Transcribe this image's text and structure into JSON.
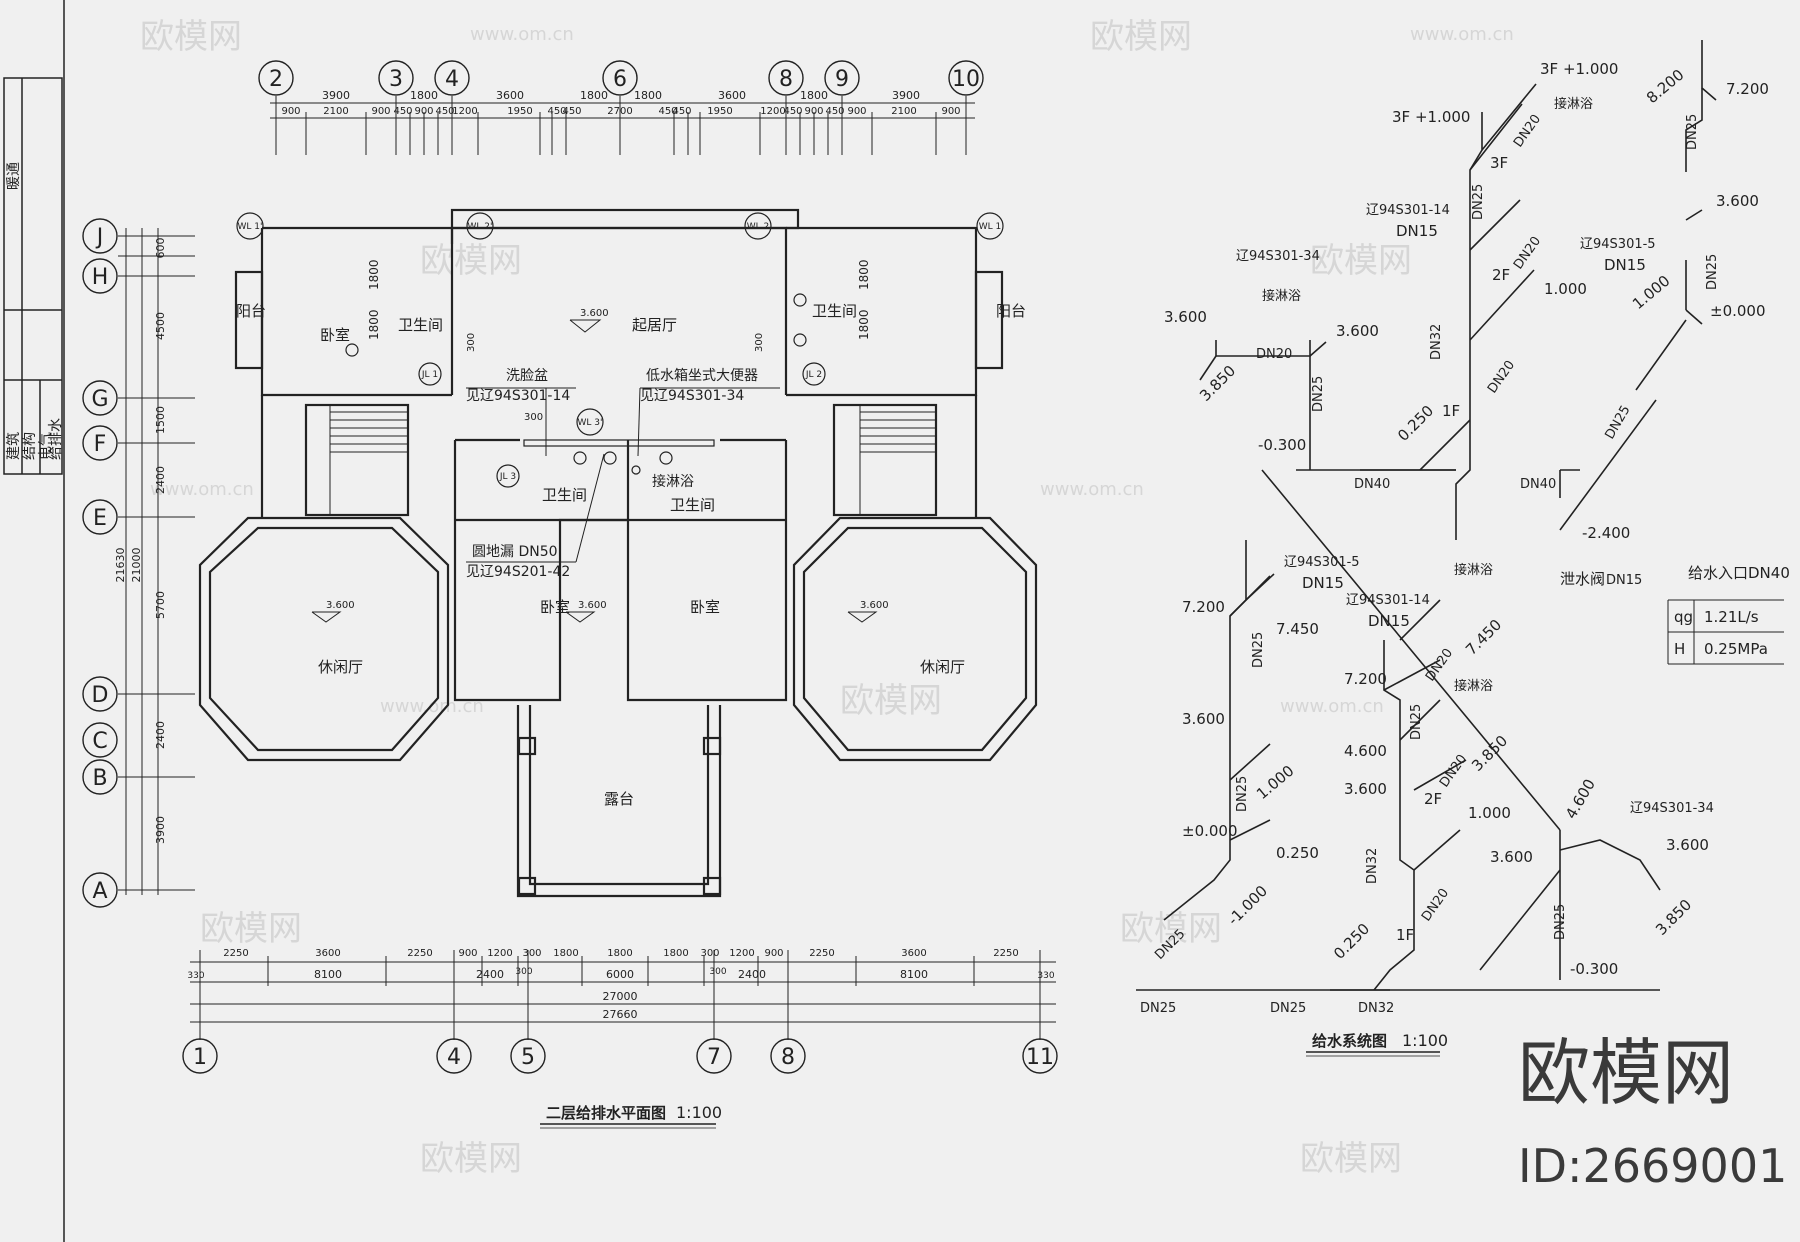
{
  "title_block": {
    "labels": [
      "暖通",
      "建筑",
      "结构",
      "电气",
      "给排水"
    ]
  },
  "plan": {
    "title": "二层给排水平面图",
    "scale": "1:100",
    "top_axes": [
      "2",
      "3",
      "4",
      "6",
      "8",
      "9",
      "10"
    ],
    "top_dims_outer": [
      "3900",
      "1800",
      "3600",
      "1800",
      "1800",
      "3600",
      "1800",
      "3900"
    ],
    "top_dims_inner": [
      "900",
      "2100",
      "900",
      "450",
      "900",
      "450",
      "1200",
      "1950",
      "450",
      "450",
      "2700",
      "450",
      "450",
      "1950",
      "1200",
      "450",
      "900",
      "450",
      "900",
      "2100",
      "900"
    ],
    "bottom_axes": [
      "1",
      "4",
      "5",
      "7",
      "8",
      "11"
    ],
    "bottom_dims_row1": [
      "2250",
      "3600",
      "2250",
      "900",
      "1200",
      "300",
      "1800",
      "1800",
      "1800",
      "300",
      "1200",
      "900",
      "2250",
      "3600",
      "2250"
    ],
    "bottom_dims_row2": [
      "330",
      "8100",
      "2400",
      "300",
      "6000",
      "300",
      "2400",
      "8100",
      "330"
    ],
    "bottom_total_1": "27000",
    "bottom_total_2": "27660",
    "left_axes": [
      "J",
      "H",
      "G",
      "F",
      "E",
      "D",
      "C",
      "B",
      "A"
    ],
    "left_dims": [
      "600",
      "4500",
      "1500",
      "2400",
      "5700",
      "2400",
      "3900"
    ],
    "left_totals": [
      "21630",
      "21000"
    ],
    "rooms": {
      "living": "起居厅",
      "bedroom": "卧室",
      "bath": "卫生间",
      "balcony": "阳台",
      "lounge": "休闲厅",
      "terrace": "露台"
    },
    "level": "3.600",
    "wl_tags": [
      "WL 1'",
      "WL 2'",
      "WL 2",
      "WL 1",
      "WL 3'"
    ],
    "jl_tags": [
      "JL 1",
      "JL 2",
      "JL 3"
    ],
    "notes": {
      "basin": "洗脸盆",
      "basin_ref": "见辽94S301-14",
      "toilet": "低水箱坐式大便器",
      "toilet_ref": "见辽94S301-34",
      "shower": "接淋浴",
      "drain": "圆地漏 DN50",
      "drain_ref": "见辽94S201-42",
      "dim_300": "300",
      "dim_1800": "1800"
    }
  },
  "system": {
    "title": "给水系统图",
    "scale": "1:100",
    "labels": {
      "3f1000a": "3F +1.000",
      "3f1000b": "3F +1.000",
      "l8200": "8.200",
      "l7200a": "7.200",
      "dn25a": "DN25",
      "dn20a": "DN20",
      "f3": "3F",
      "dn25b": "DN25",
      "shower1": "接淋浴",
      "ref14a": "辽94S301-14",
      "dn15a": "DN15",
      "l3600a": "3.600",
      "ref34a": "辽94S301-34",
      "ref5a": "辽94S301-5",
      "dn15b": "DN15",
      "dn20b": "DN20",
      "f2a": "2F",
      "dn25c": "DN25",
      "shower2": "接淋浴",
      "l3600b": "3.600",
      "l3600c": "3.600",
      "dn20c": "DN20",
      "l3850a": "3.850",
      "dn25d": "DN25",
      "l1000a": "1.000",
      "l1000b": "1.000",
      "l0000a": "±0.000",
      "dn32a": "DN32",
      "dn20d": "DN20",
      "l0250a": "0.250",
      "f1a": "1F",
      "ln0300a": "-0.300",
      "dn40a": "DN40",
      "dn25e": "DN25",
      "dn40b": "DN40",
      "ln2400": "-2.400",
      "valve": "泄水阀",
      "dn15c": "DN15",
      "inlet": "给水入口DN40",
      "qg": "qg",
      "qg_val": "1.21L/s",
      "h": "H",
      "h_val": "0.25MPa",
      "ref5b": "辽94S301-5",
      "dn15d": "DN15",
      "shower3": "接淋浴",
      "l7200b": "7.200",
      "l7450a": "7.450",
      "dn25f": "DN25",
      "ref14b": "辽94S301-14",
      "dn15e": "DN15",
      "l7200c": "7.200",
      "dn20e": "DN20",
      "l7450b": "7.450",
      "shower4": "接淋浴",
      "l3600d": "3.600",
      "dn25g": "DN25",
      "l4600a": "4.600",
      "dn20f": "DN20",
      "l3850b": "3.850",
      "l3600e": "3.600",
      "f2b": "2F",
      "dn25h": "DN25",
      "l1000c": "1.000",
      "l0000b": "±0.000",
      "l0250b": "0.250",
      "l1000d": "1.000",
      "l4600b": "4.600",
      "ref34b": "辽94S301-34",
      "l3600f": "3.600",
      "l3600g": "3.600",
      "dn32b": "DN32",
      "dn25i": "DN25",
      "ln1000": "-1.000",
      "dn20g": "DN20",
      "l0250c": "0.250",
      "f1b": "1F",
      "l3850c": "3.850",
      "ln0300b": "-0.300",
      "dn25j": "DN25",
      "dn25k": "DN25",
      "dn25l": "DN25",
      "dn32c": "DN32"
    }
  },
  "watermark": {
    "brand": "欧模网",
    "site": "www.om.cn",
    "id": "ID:2669001"
  },
  "colors": {
    "background": "#f0f0f0",
    "ink": "#222222",
    "watermark": "#d6d6d6"
  }
}
